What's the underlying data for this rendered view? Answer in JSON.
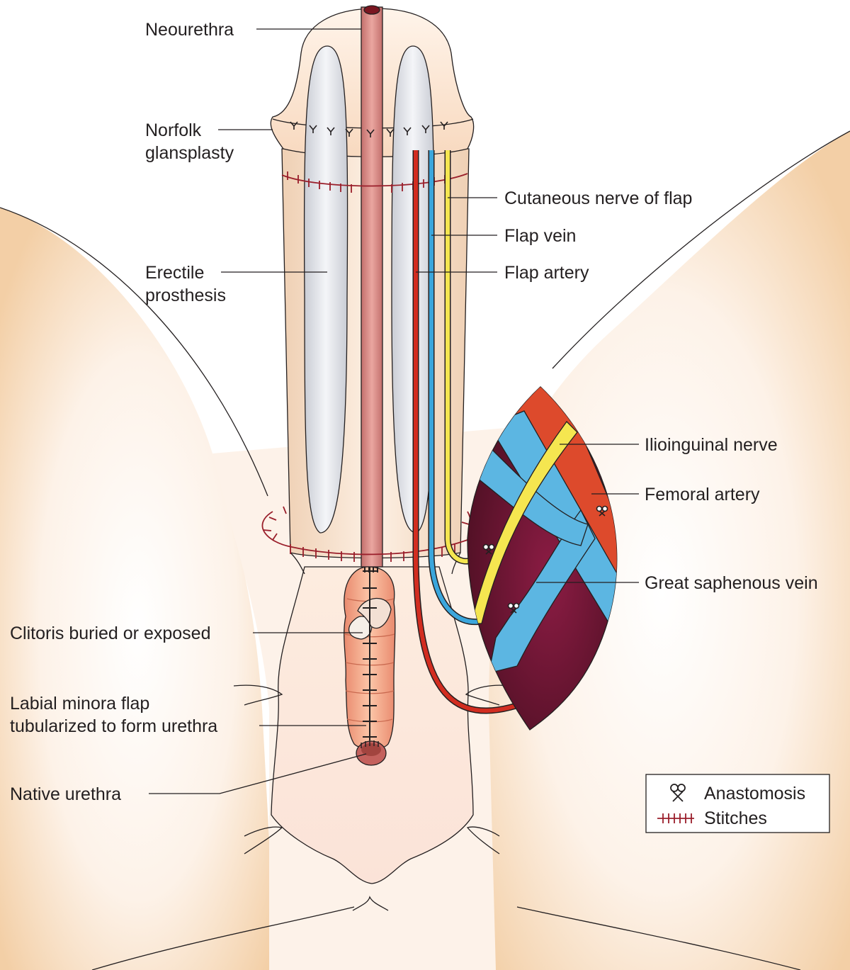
{
  "labels": {
    "neourethra": "Neourethra",
    "norfolk_1": "Norfolk",
    "norfolk_2": "glansplasty",
    "erectile_1": "Erectile",
    "erectile_2": "prosthesis",
    "cutaneous_nerve": "Cutaneous nerve of flap",
    "flap_vein": "Flap vein",
    "flap_artery": "Flap artery",
    "ilioinguinal_nerve": "Ilioinguinal nerve",
    "femoral_artery": "Femoral artery",
    "great_saphenous_vein": "Great saphenous vein",
    "clitoris": "Clitoris buried or exposed",
    "labial_1": "Labial minora flap",
    "labial_2": "tubularized to form urethra",
    "native_urethra": "Native urethra"
  },
  "legend": {
    "items": [
      {
        "icon": "anastomosis-icon",
        "label": "Anastomosis"
      },
      {
        "icon": "stitches-icon",
        "label": "Stitches"
      }
    ]
  },
  "colors": {
    "skin": "#fbe3d0",
    "artery": "#d22d20",
    "vein": "#3ba6dc",
    "nerve": "#f5e650",
    "muscle": "#6e1a33",
    "stitch": "#9a1f2b",
    "neourethra": "#d98a86"
  }
}
